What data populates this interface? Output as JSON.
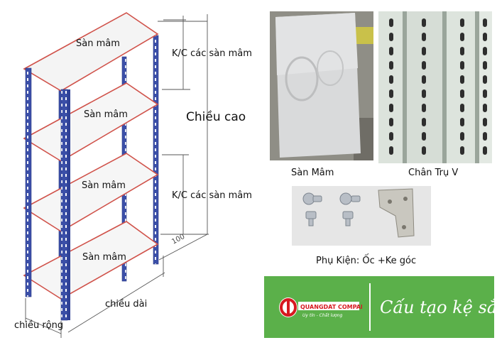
{
  "diagram": {
    "shelf_labels": [
      "Sàn mâm",
      "Sàn mâm",
      "Sàn mâm",
      "Sàn mâm"
    ],
    "spacing_label_top": "K/C các sàn mâm",
    "spacing_label_bottom": "K/C các sàn mâm",
    "height_label": "Chiều cao",
    "length_label": "chiều dài",
    "width_label": "chiều rộng",
    "dimension_value": "100",
    "colors": {
      "post": "#3b4fa8",
      "shelf_edge": "#d0524a",
      "dim_line": "#555555"
    }
  },
  "photos": {
    "panel_caption": "Sàn Mâm",
    "post_caption": "Chân Trụ V",
    "accessories_caption": "Phụ Kiện: Ốc +Ke góc"
  },
  "banner": {
    "title": "Cấu tạo kệ sắt",
    "logo_text": "QUANGDAT COMPANY",
    "logo_slogan": "Uy tín - Chất lượng",
    "colors": {
      "background": "#5bb04a",
      "logo_red": "#d71920"
    }
  }
}
